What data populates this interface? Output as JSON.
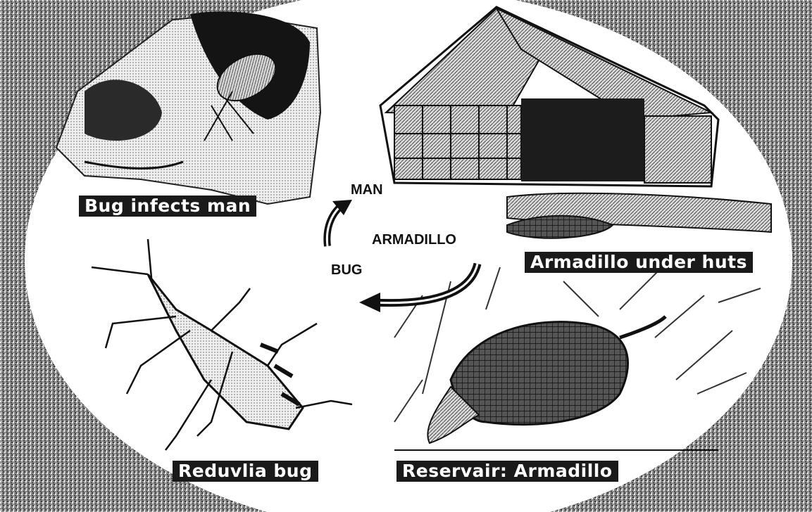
{
  "cycle": {
    "man": "MAN",
    "armadillo": "ARMADILLO",
    "bug": "BUG"
  },
  "captions": {
    "bug_infects_man": "Bug infects man",
    "armadillo_under_huts": "Armadillo under huts",
    "reduviid_bug": "Reduvlia bug",
    "reservoir_armadillo": "Reservair: Armadillo"
  },
  "colors": {
    "background": "#7a7a7a",
    "oval": "#ffffff",
    "ink": "#111111",
    "caption_bg": "#1a1a1a",
    "caption_text": "#ffffff"
  },
  "icons": {
    "man": "man-arm-bite-illustration",
    "hut": "thatched-hut-illustration",
    "bug": "reduviid-bug-illustration",
    "armadillo": "armadillo-illustration"
  }
}
